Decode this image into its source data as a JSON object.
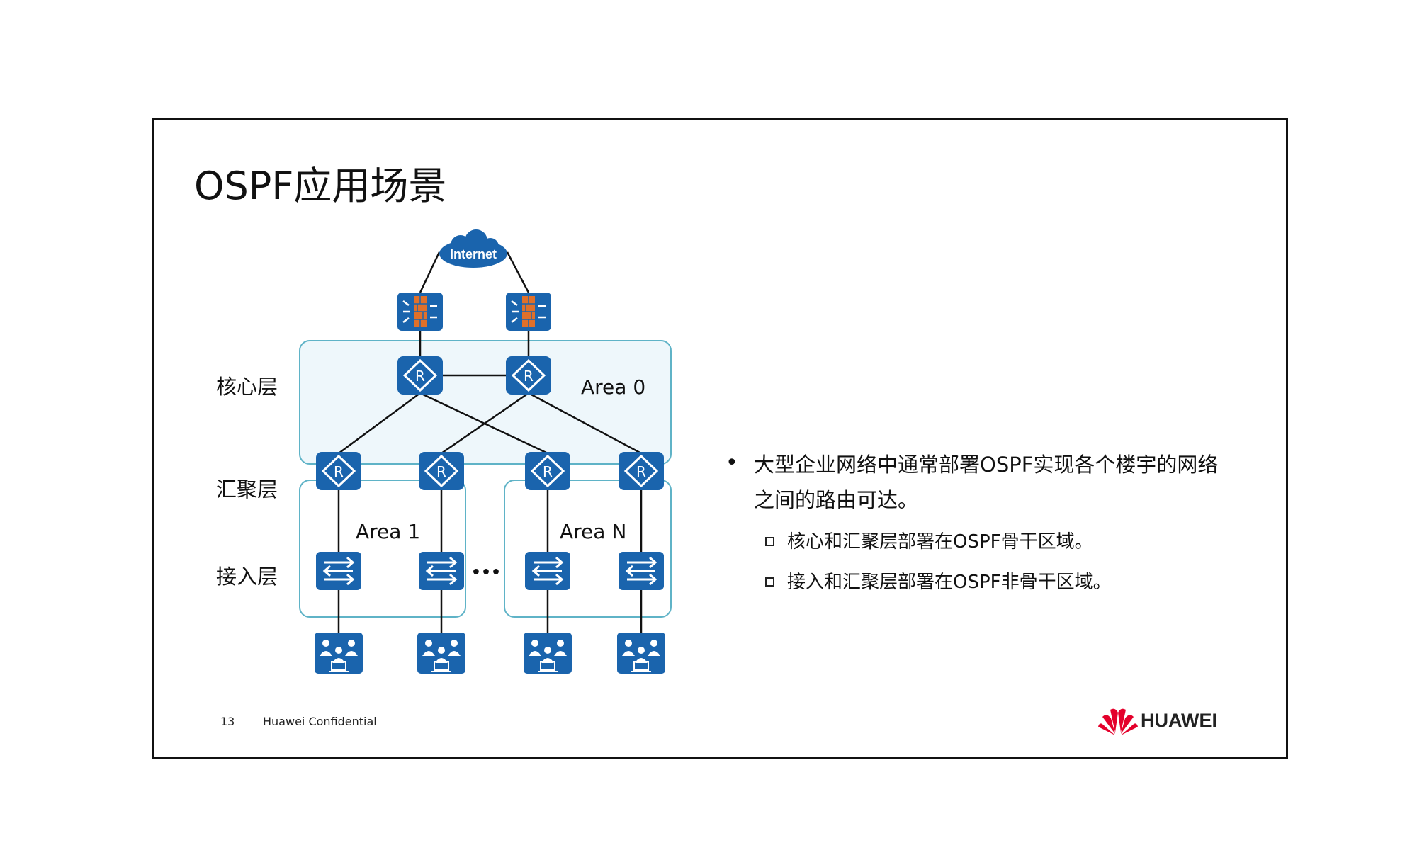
{
  "slide": {
    "title": "OSPF应用场景",
    "page_number": "13",
    "confidential": "Huawei Confidential",
    "logo_text": "HUAWEI"
  },
  "diagram": {
    "cloud_label": "Internet",
    "layers": {
      "core": "核心层",
      "distribution": "汇聚层",
      "access": "接入层"
    },
    "areas": {
      "area0": "Area 0",
      "area1": "Area 1",
      "areaN": "Area N"
    },
    "ellipsis": "•••",
    "colors": {
      "device": "#1a64ad",
      "area_fill": "#eef7fb",
      "area_border": "#5fb3c7",
      "firewall_brick": "#e0702a"
    }
  },
  "content": {
    "bullet": "大型企业网络中通常部署OSPF实现各个楼宇的网络",
    "bullet_line2": "之间的路由可达。",
    "sub_bullets": [
      "核心和汇聚层部署在OSPF骨干区域。",
      "接入和汇聚层部署在OSPF非骨干区域。"
    ]
  },
  "brand_color": "#e4002b"
}
